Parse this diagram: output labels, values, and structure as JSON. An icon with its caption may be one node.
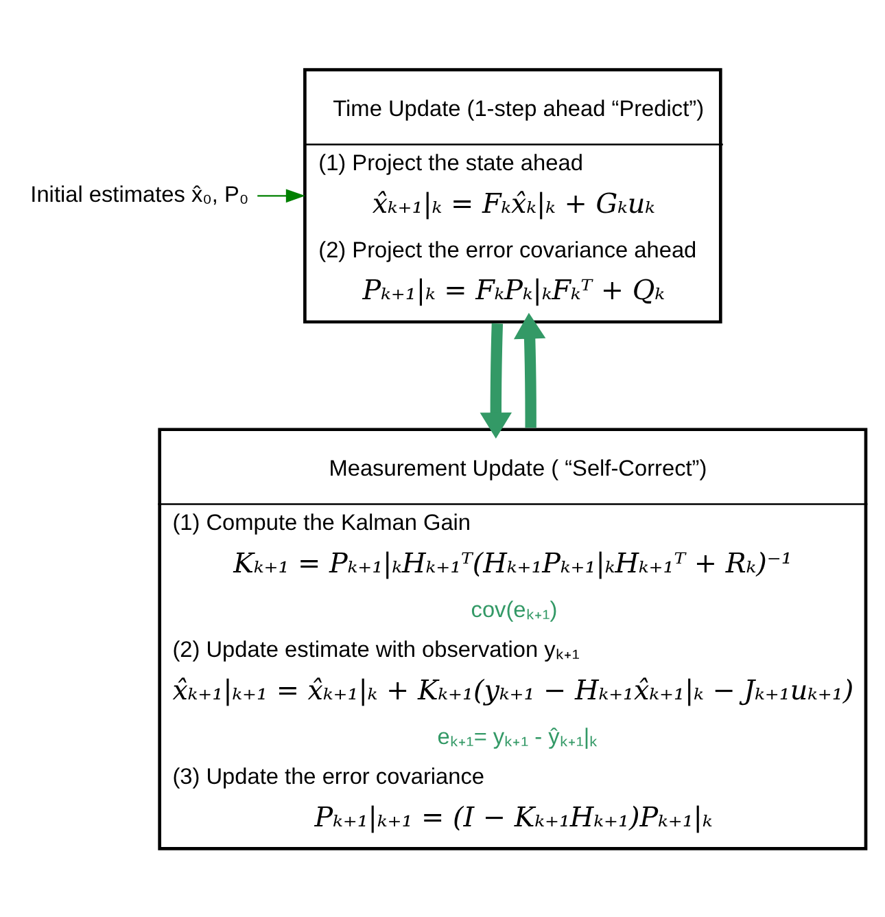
{
  "diagram": {
    "nodes": [
      {
        "text": [
          "Initial estimates x̂₀, P₀"
        ]
      },
      {
        "text": [
          "Time Update (1-step ahead “Predict”)",
          "(1) Project the state ahead",
          "x̂ₖ₊₁|ₖ = Fₖx̂ₖ|ₖ + Gₖuₖ",
          "(2) Project the error covariance ahead",
          "Pₖ₊₁|ₖ = FₖPₖ|ₖFₖᵀ + Qₖ"
        ]
      },
      {
        "text": [
          "Measurement Update ( “Self-Correct”)",
          "(1) Compute the Kalman Gain",
          "Kₖ₊₁ = Pₖ₊₁|ₖHₖ₊₁ᵀ(Hₖ₊₁Pₖ₊₁|ₖHₖ₊₁ᵀ + Rₖ)⁻¹",
          "cov(eₖ₊₁)",
          "(2) Update estimate with observation yₖ₊₁",
          "x̂ₖ₊₁|ₖ₊₁ = x̂ₖ₊₁|ₖ + Kₖ₊₁(yₖ₊₁ − Hₖ₊₁x̂ₖ₊₁|ₖ − Jₖ₊₁uₖ₊₁)",
          "eₖ₊₁= yₖ₊₁ - ŷₖ₊₁|ₖ",
          "(3) Update the error covariance",
          "Pₖ₊₁|ₖ₊₁ = (I − Kₖ₊₁Hₖ₊₁)Pₖ₊₁|ₖ"
        ]
      }
    ],
    "edges": [
      {
        "from": 0,
        "to": 1,
        "arrow": "to",
        "color": "#008000"
      },
      {
        "from": 1,
        "to": 2,
        "arrow": "to"
      },
      {
        "from": 2,
        "to": 1,
        "arrow": "to"
      }
    ]
  }
}
